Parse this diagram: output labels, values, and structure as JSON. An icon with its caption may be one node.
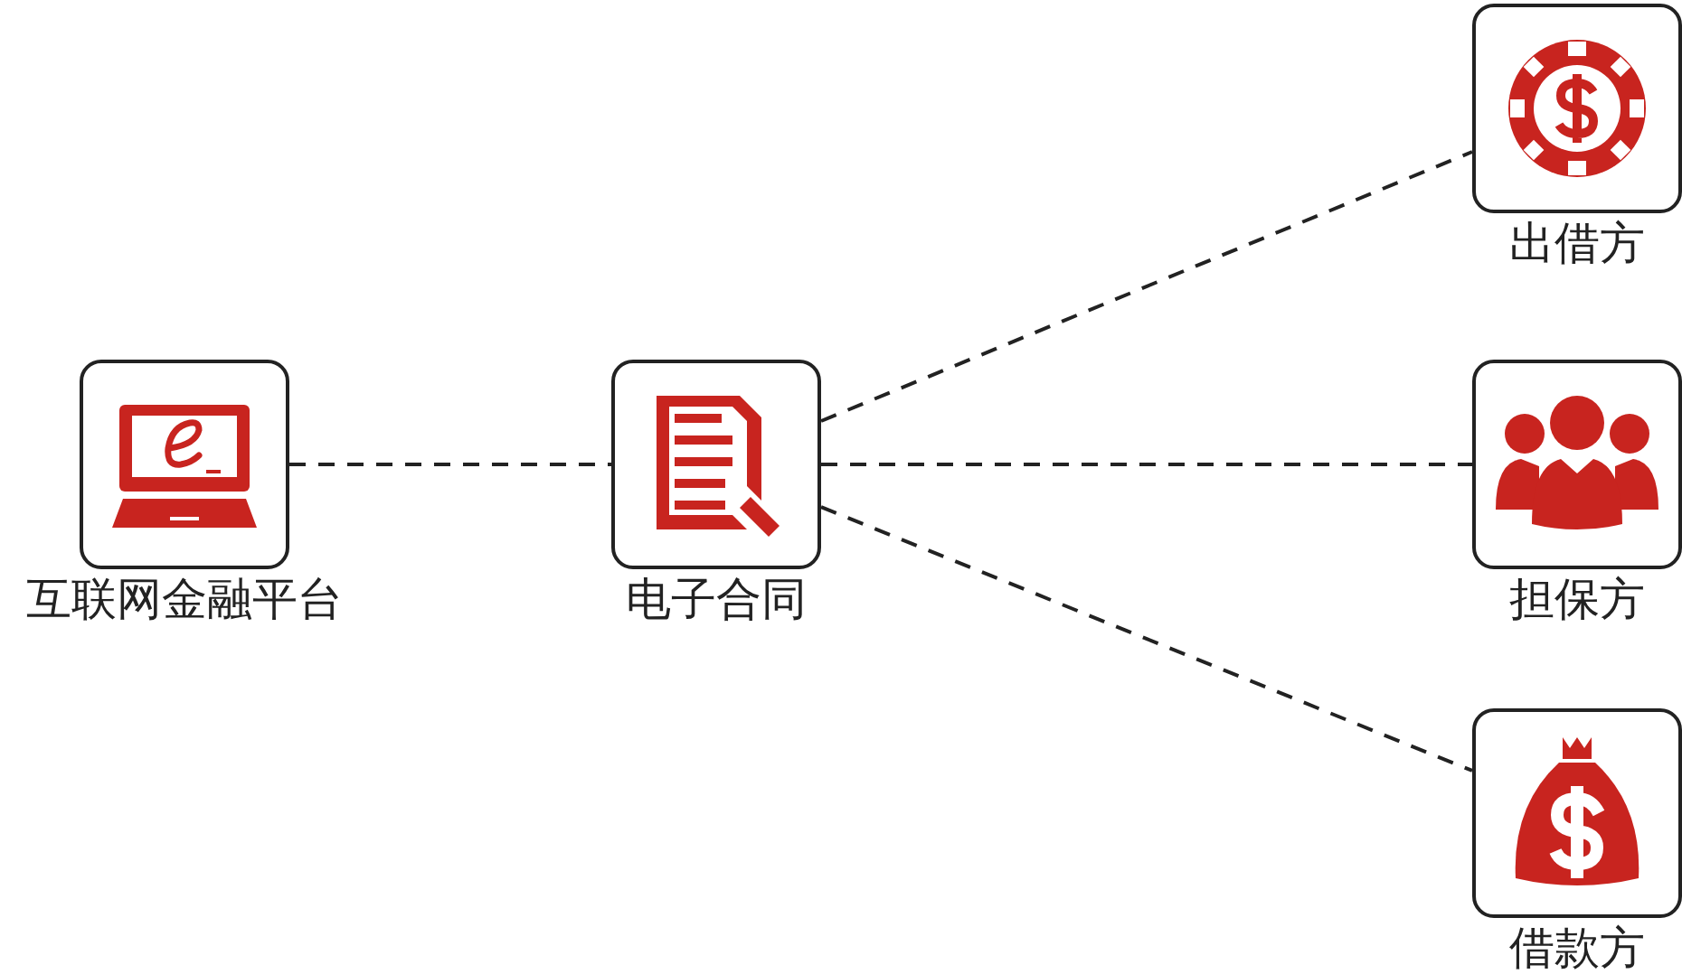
{
  "diagram": {
    "nodes": [
      {
        "text": [
          "互联网金融平台"
        ]
      },
      {
        "text": [
          "电子合同"
        ]
      },
      {
        "text": [
          "出借方"
        ]
      },
      {
        "text": [
          "担保方"
        ]
      },
      {
        "text": [
          "借款方"
        ]
      }
    ],
    "edges": [
      {
        "from": 0,
        "to": 1,
        "arrow": "none"
      },
      {
        "from": 1,
        "to": 2,
        "arrow": "none"
      },
      {
        "from": 1,
        "to": 3,
        "arrow": "none"
      },
      {
        "from": 1,
        "to": 4,
        "arrow": "none"
      }
    ]
  }
}
